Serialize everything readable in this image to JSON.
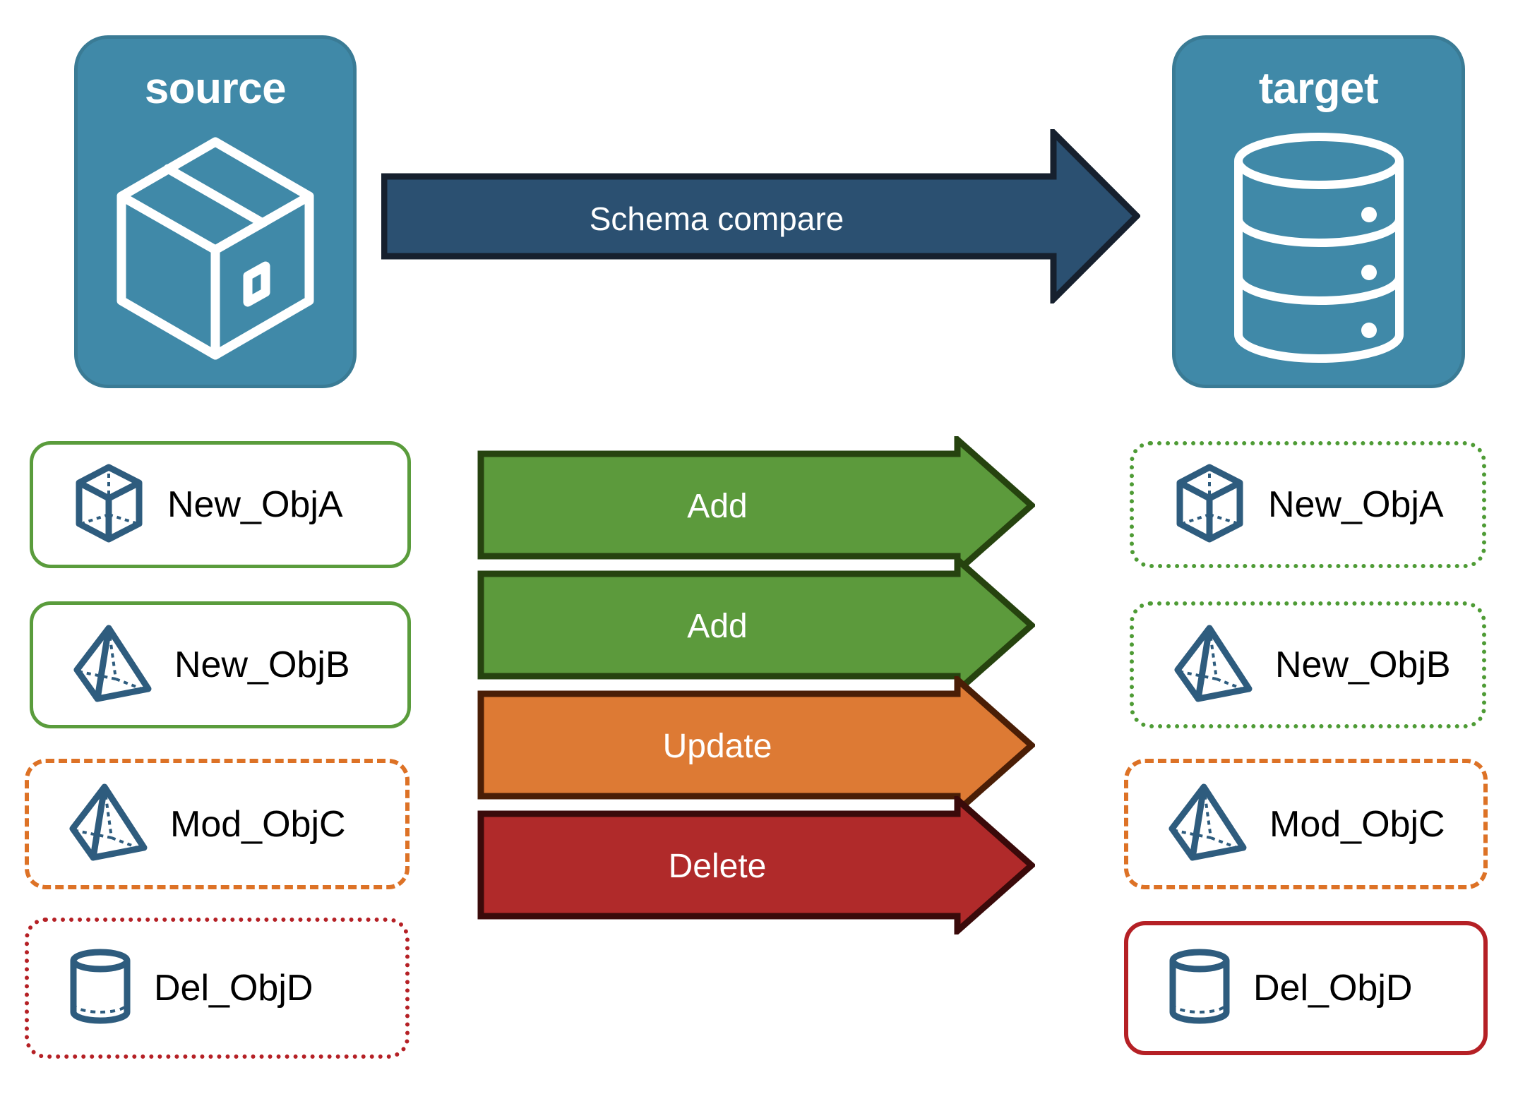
{
  "diagram": {
    "title": "Schema compare",
    "source": {
      "label": "source",
      "icon": "package-box-icon"
    },
    "target": {
      "label": "target",
      "icon": "database-cylinder-icon"
    },
    "main_arrow": {
      "label": "Schema compare",
      "color": "#2B5071",
      "border_color": "#16202E"
    },
    "colors": {
      "panel_fill": "#4089A8",
      "panel_border": "#3A7B95",
      "add_arrow": "#5C9A3C",
      "add_arrow_border": "#26430F",
      "update_arrow": "#DD7A34",
      "update_arrow_border": "#4A1E06",
      "delete_arrow": "#B02A2A",
      "delete_arrow_border": "#3A0A0A",
      "green_outline": "#5A9C3C",
      "orange_outline": "#DD7226",
      "red_outline": "#B52025",
      "icon_blue": "#2E5C7E"
    },
    "rows": [
      {
        "action": "Add",
        "arrow_fill": "#5C9A3C",
        "arrow_border": "#26430F",
        "source": {
          "label": "New_ObjA",
          "icon": "wireframe-cube-icon",
          "border_style": "solid-green"
        },
        "target": {
          "label": "New_ObjA",
          "icon": "wireframe-cube-icon",
          "border_style": "dotted-green"
        }
      },
      {
        "action": "Add",
        "arrow_fill": "#5C9A3C",
        "arrow_border": "#26430F",
        "source": {
          "label": "New_ObjB",
          "icon": "wireframe-pyramid-icon",
          "border_style": "solid-green"
        },
        "target": {
          "label": "New_ObjB",
          "icon": "wireframe-pyramid-icon",
          "border_style": "dotted-green"
        }
      },
      {
        "action": "Update",
        "arrow_fill": "#DD7A34",
        "arrow_border": "#4A1E06",
        "source": {
          "label": "Mod_ObjC",
          "icon": "wireframe-pyramid-icon",
          "border_style": "dashed-orange"
        },
        "target": {
          "label": "Mod_ObjC",
          "icon": "wireframe-pyramid-icon",
          "border_style": "dashed-orange"
        }
      },
      {
        "action": "Delete",
        "arrow_fill": "#B02A2A",
        "arrow_border": "#3A0A0A",
        "source": {
          "label": "Del_ObjD",
          "icon": "wireframe-cylinder-icon",
          "border_style": "dotted-red"
        },
        "target": {
          "label": "Del_ObjD",
          "icon": "wireframe-cylinder-icon",
          "border_style": "solid-red"
        }
      }
    ]
  }
}
